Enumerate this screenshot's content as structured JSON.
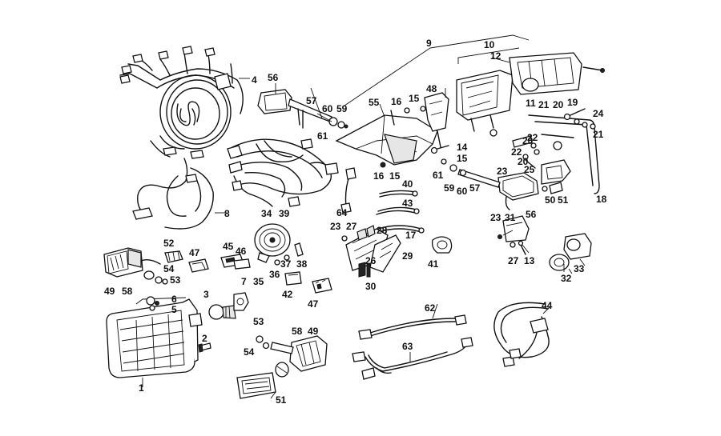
{
  "labels": {
    "l1": "1",
    "l2": "2",
    "l3": "3",
    "l4": "4",
    "l5": "5",
    "l6": "6",
    "l7": "7",
    "l8": "8",
    "l9": "9",
    "l10": "10",
    "l11": "11",
    "l12": "12",
    "l13": "13",
    "l14": "14",
    "l15a": "15",
    "l15b": "15",
    "l15c": "15",
    "l16a": "16",
    "l16b": "16",
    "l17": "17",
    "l18": "18",
    "l19": "19",
    "l20a": "20",
    "l20b": "20",
    "l20c": "20",
    "l21a": "21",
    "l21b": "21",
    "l22a": "22",
    "l22b": "22",
    "l23a": "23",
    "l23b": "23",
    "l23c": "23",
    "l24": "24",
    "l25": "25",
    "l26": "26",
    "l27a": "27",
    "l27b": "27",
    "l28": "28",
    "l29": "29",
    "l30": "30",
    "l31": "31",
    "l32": "32",
    "l33": "33",
    "l34": "34",
    "l35": "35",
    "l36": "36",
    "l37": "37",
    "l38": "38",
    "l39": "39",
    "l40": "40",
    "l41": "41",
    "l42": "42",
    "l43": "43",
    "l44": "44",
    "l45": "45",
    "l46": "46",
    "l47a": "47",
    "l47b": "47",
    "l48": "48",
    "l49a": "49",
    "l49b": "49",
    "l50": "50",
    "l51a": "51",
    "l51b": "51",
    "l52": "52",
    "l53a": "53",
    "l53b": "53",
    "l54a": "54",
    "l54b": "54",
    "l55": "55",
    "l56a": "56",
    "l56b": "56",
    "l57a": "57",
    "l57b": "57",
    "l58a": "58",
    "l58b": "58",
    "l59a": "59",
    "l59b": "59",
    "l60a": "60",
    "l60b": "60",
    "l61a": "61",
    "l61b": "61",
    "l62": "62",
    "l63": "63",
    "l64": "64"
  }
}
